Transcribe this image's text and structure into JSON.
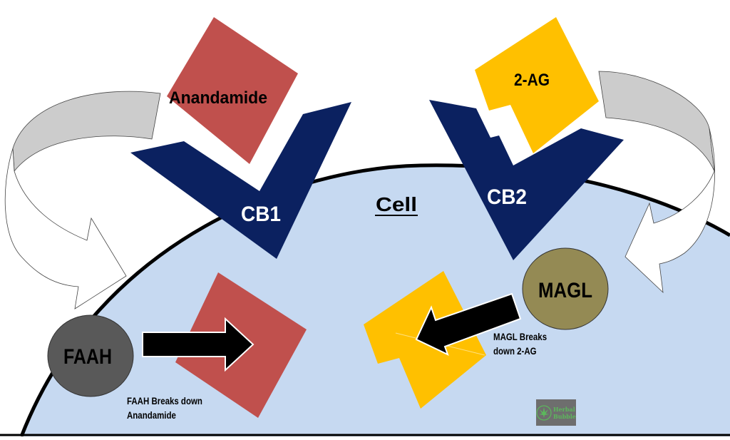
{
  "diagram": {
    "title": "Endocannabinoid breakdown diagram",
    "cell_label": "Cell",
    "receptors": [
      {
        "id": "cb1",
        "label": "CB1",
        "color": "#0b2160"
      },
      {
        "id": "cb2",
        "label": "CB2",
        "color": "#0b2160"
      }
    ],
    "ligands": [
      {
        "id": "anandamide",
        "label": "Anandamide",
        "color": "#c0504d"
      },
      {
        "id": "2ag",
        "label": "2-AG",
        "color": "#ffc000"
      }
    ],
    "enzymes": [
      {
        "id": "faah",
        "label": "FAAH",
        "color": "#595959"
      },
      {
        "id": "magl",
        "label": "MAGL",
        "color": "#948a54"
      }
    ],
    "notes": {
      "faah_line1": "FAAH Breaks down",
      "faah_line2": "Anandamide",
      "magl_line1": "MAGL Breaks",
      "magl_line2": "down 2-AG"
    },
    "logo": {
      "line1": "Herbal",
      "line2": "Bubble",
      "icon": "cannabis-leaf-icon"
    },
    "colors": {
      "cell_fill": "#c6d9f1",
      "membrane": "#000000",
      "curved_arrow_back": "#cccccc",
      "curved_arrow_front": "#ffffff",
      "block_arrow": "#000000"
    }
  }
}
